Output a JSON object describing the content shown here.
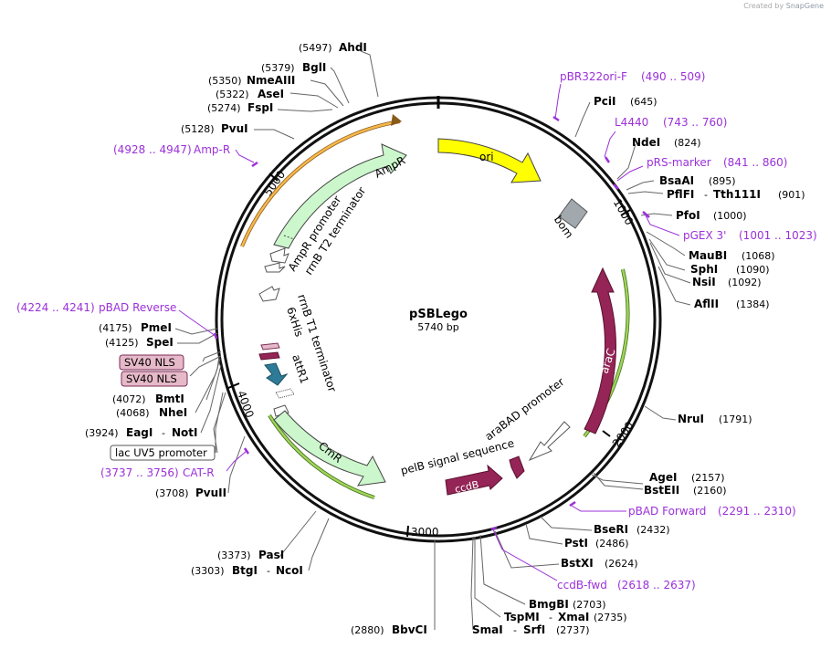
{
  "credit": "Created by",
  "credit_brand": "SnapGene",
  "plasmid": {
    "name": "pSBLego",
    "size": "5740 bp"
  },
  "ticks": [
    "1000",
    "2000",
    "3000",
    "4000",
    "5000"
  ],
  "features": {
    "ori": "ori",
    "bom": "bom",
    "ampR": "AmpR",
    "ampR_promoter": "AmpR promoter",
    "rrnB_T2": "rrnB T2 terminator",
    "rrnB_T1": "rrnB T1 terminator",
    "his": "6xHis",
    "attR1": "attR1",
    "cmR": "CmR",
    "araC": "araC",
    "araBAD": "araBAD promoter",
    "pelB": "pelB signal sequence",
    "ccdB": "ccdB"
  },
  "enzymes": [
    {
      "id": "ahdi",
      "pos": "(5497)",
      "name": "AhdI"
    },
    {
      "id": "bgli",
      "pos": "(5379)",
      "name": "BglI"
    },
    {
      "id": "nmeaiii",
      "pos": "(5350)",
      "name": "NmeAIII"
    },
    {
      "id": "asei",
      "pos": "(5322)",
      "name": "AseI"
    },
    {
      "id": "fspi",
      "pos": "(5274)",
      "name": "FspI"
    },
    {
      "id": "pvui",
      "pos": "(5128)",
      "name": "PvuI"
    },
    {
      "id": "pmei",
      "pos": "(4175)",
      "name": "PmeI"
    },
    {
      "id": "spei",
      "pos": "(4125)",
      "name": "SpeI"
    },
    {
      "id": "bmti",
      "pos": "(4072)",
      "name": "BmtI"
    },
    {
      "id": "nhei",
      "pos": "(4068)",
      "name": "NheI"
    },
    {
      "id": "eagi",
      "pos": "(3924)",
      "name": "EagI",
      "name2": "NotI"
    },
    {
      "id": "pvuii",
      "pos": "(3708)",
      "name": "PvuII"
    },
    {
      "id": "pasi",
      "pos": "(3373)",
      "name": "PasI"
    },
    {
      "id": "btgi",
      "pos": "(3303)",
      "name": "BtgI",
      "name2": "NcoI"
    },
    {
      "id": "bbvci",
      "pos": "(2880)",
      "name": "BbvCI"
    },
    {
      "id": "smai",
      "pos": "(2737)",
      "name": "SmaI",
      "name2": "SrfI"
    },
    {
      "id": "tspmi",
      "pos": "(2735)",
      "name": "TspMI",
      "name2": "XmaI"
    },
    {
      "id": "bmgbi",
      "pos": "(2703)",
      "name": "BmgBI"
    },
    {
      "id": "bstxi",
      "pos": "(2624)",
      "name": "BstXI"
    },
    {
      "id": "psti",
      "pos": "(2486)",
      "name": "PstI"
    },
    {
      "id": "bseri",
      "pos": "(2432)",
      "name": "BseRI"
    },
    {
      "id": "bsteii",
      "pos": "(2160)",
      "name": "BstEII"
    },
    {
      "id": "agei",
      "pos": "(2157)",
      "name": "AgeI"
    },
    {
      "id": "frui",
      "pos": "(1791)",
      "name": "NruI"
    },
    {
      "id": "aflii",
      "pos": "(1384)",
      "name": "AflII"
    },
    {
      "id": "nsii",
      "pos": "(1092)",
      "name": "NsiI"
    },
    {
      "id": "sphi",
      "pos": "(1090)",
      "name": "SphI"
    },
    {
      "id": "maubi",
      "pos": "(1068)",
      "name": "MauBI"
    },
    {
      "id": "pfoi",
      "pos": "(1000)",
      "name": "PfoI"
    },
    {
      "id": "pflfi",
      "pos": "(901)",
      "name": "PflFI",
      "name2": "Tth111I"
    },
    {
      "id": "bsaai",
      "pos": "(895)",
      "name": "BsaAI"
    },
    {
      "id": "ndei",
      "pos": "(824)",
      "name": "NdeI"
    },
    {
      "id": "pcii",
      "pos": "(645)",
      "name": "PciI"
    }
  ],
  "primers": [
    {
      "id": "pbr322",
      "name": "pBR322ori-F",
      "range": "(490 .. 509)"
    },
    {
      "id": "l4440",
      "name": "L4440",
      "range": "(743 .. 760)"
    },
    {
      "id": "prs",
      "name": "pRS-marker",
      "range": "(841 .. 860)"
    },
    {
      "id": "pgex3",
      "name": "pGEX 3'",
      "range": "(1001 .. 1023)"
    },
    {
      "id": "pbadfwd",
      "name": "pBAD Forward",
      "range": "(2291 .. 2310)"
    },
    {
      "id": "ccdbfwd",
      "name": "ccdB-fwd",
      "range": "(2618 .. 2637)"
    },
    {
      "id": "catr",
      "name": "CAT-R",
      "range": "(3737 .. 3756)"
    },
    {
      "id": "pbadrev",
      "name": "pBAD Reverse",
      "range": "(4224 .. 4241)"
    },
    {
      "id": "ampr",
      "name": "Amp-R",
      "range": "(4928 .. 4947)"
    }
  ],
  "boxes": {
    "sv40_1": "SV40 NLS",
    "sv40_2": "SV40 NLS",
    "lacuv5": "lac UV5 promoter"
  },
  "colors": {
    "backbone": "#111111",
    "primer": "#9b30d9",
    "ori": "#ffff00",
    "bom": "#a2a9ae",
    "ampR": "#ccf7cc",
    "araC": "#952556",
    "ccdB": "#952556",
    "his_tag": "#2d7b97",
    "sv40_box": "#e6b9c9"
  }
}
